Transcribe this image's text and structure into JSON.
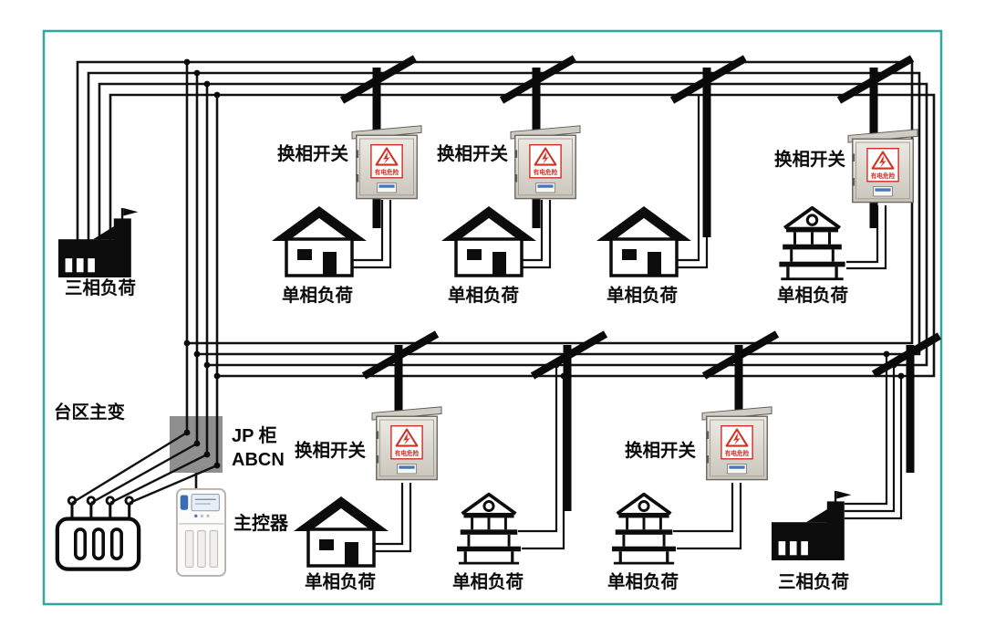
{
  "diagram": {
    "type": "power-distribution-schematic",
    "frame_color": "#2fa79b",
    "wire_color": "#111111",
    "labels": {
      "three_phase_load": "三相负荷",
      "single_phase_load": "单相负荷",
      "phase_switch": "换相开关",
      "district_transformer": "台区主变",
      "jp_cabinet": "JP 柜",
      "jp_cabinet_buses": "ABCN",
      "main_controller": "主控器",
      "warning_sticker": "有电危险"
    },
    "structure": {
      "bus_wires_per_feeder": 4,
      "top_feeder": {
        "switch_boxes": 3,
        "poles": 4,
        "loads": [
          "三相负荷",
          "单相负荷",
          "单相负荷",
          "单相负荷",
          "单相负荷"
        ]
      },
      "bottom_feeder": {
        "switch_boxes": 2,
        "poles": 4,
        "loads": [
          "单相负荷",
          "单相负荷",
          "单相负荷",
          "三相负荷"
        ]
      },
      "station_equipment": [
        "台区主变",
        "JP 柜 ABCN",
        "主控器"
      ]
    }
  }
}
